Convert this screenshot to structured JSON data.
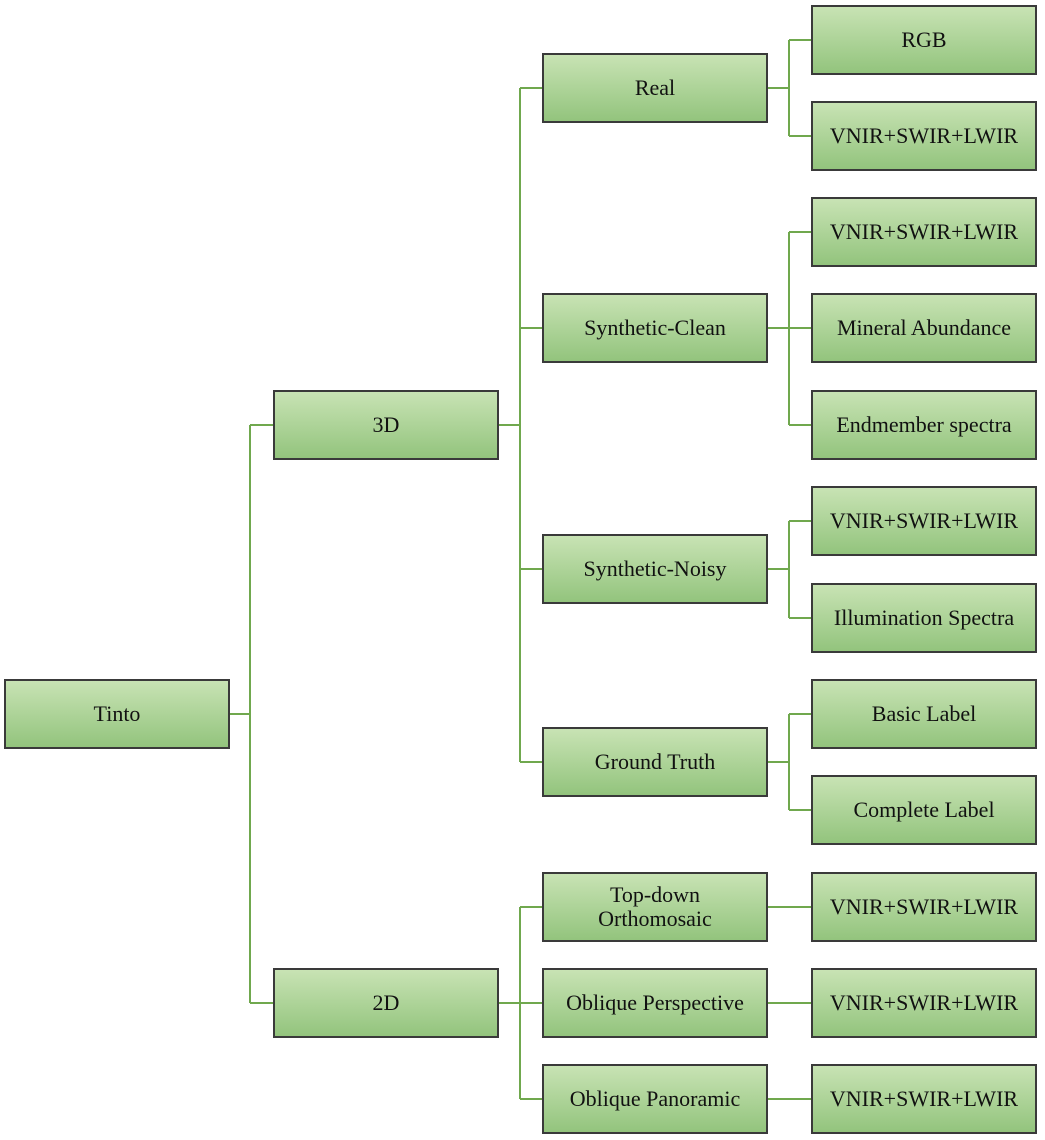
{
  "root": {
    "label": "Tinto"
  },
  "level1": [
    {
      "id": "3d",
      "label": "3D"
    },
    {
      "id": "2d",
      "label": "2D"
    }
  ],
  "level2": [
    {
      "id": "real",
      "label": "Real"
    },
    {
      "id": "synthetic-clean",
      "label": "Synthetic-Clean"
    },
    {
      "id": "synthetic-noisy",
      "label": "Synthetic-Noisy"
    },
    {
      "id": "ground-truth",
      "label": "Ground Truth"
    },
    {
      "id": "top-down-orthomosaic",
      "label": "Top-down Orthomosaic"
    },
    {
      "id": "oblique-perspective",
      "label": "Oblique Perspective"
    },
    {
      "id": "oblique-panoramic",
      "label": "Oblique Panoramic"
    }
  ],
  "level3": [
    {
      "label": "RGB"
    },
    {
      "label": "VNIR+SWIR+LWIR"
    },
    {
      "label": "VNIR+SWIR+LWIR"
    },
    {
      "label": "Mineral Abundance"
    },
    {
      "label": "Endmember spectra"
    },
    {
      "label": "VNIR+SWIR+LWIR"
    },
    {
      "label": "Illumination Spectra"
    },
    {
      "label": "Basic Label"
    },
    {
      "label": "Complete Label"
    },
    {
      "label": "VNIR+SWIR+LWIR"
    },
    {
      "label": "VNIR+SWIR+LWIR"
    },
    {
      "label": "VNIR+SWIR+LWIR"
    }
  ],
  "colors": {
    "node_fill_top": "#c8e3b4",
    "node_fill_bottom": "#93c47d",
    "node_border": "#3a3a3a",
    "connector": "#70a84e"
  }
}
